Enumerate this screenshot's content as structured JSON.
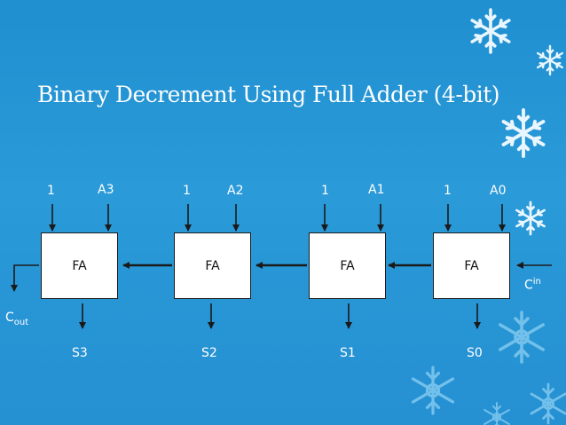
{
  "slide": {
    "title": "Binary Decrement Using Full Adder (4-bit)",
    "blocks": [
      {
        "label": "FA",
        "in_const": "1",
        "in_a": "A3",
        "sum": "S3"
      },
      {
        "label": "FA",
        "in_const": "1",
        "in_a": "A2",
        "sum": "S2"
      },
      {
        "label": "FA",
        "in_const": "1",
        "in_a": "A1",
        "sum": "S1"
      },
      {
        "label": "FA",
        "in_const": "1",
        "in_a": "A0",
        "sum": "S0"
      }
    ],
    "carry_in": {
      "base": "C",
      "sup": "in"
    },
    "carry_out": {
      "base": "C",
      "sub": "out"
    }
  }
}
